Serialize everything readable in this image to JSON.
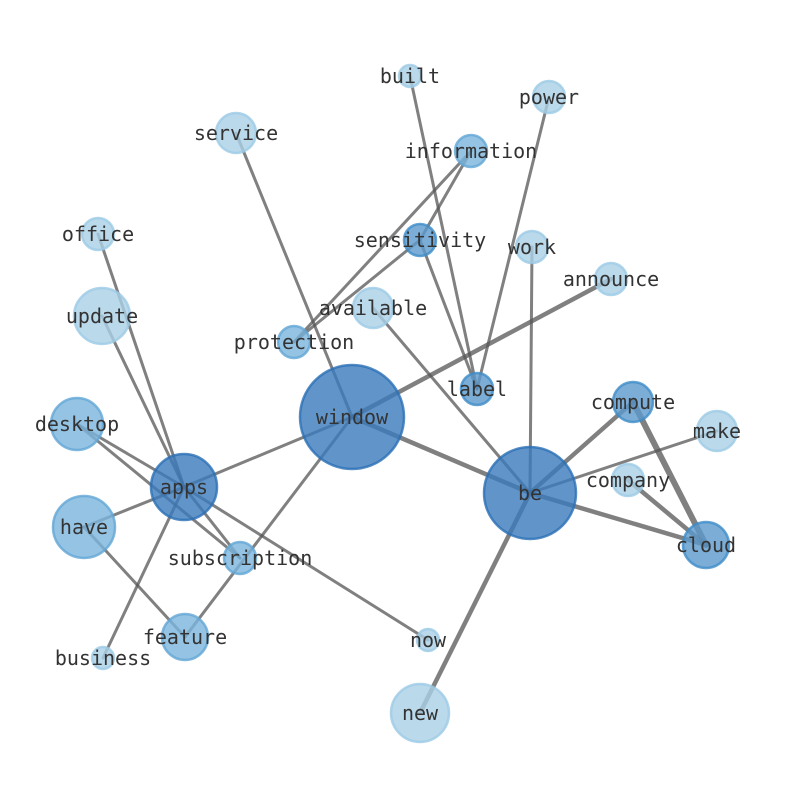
{
  "title": "Word co-occurrence network",
  "colors": {
    "low": "#a9cfe6",
    "mid": "#7bb4dc",
    "high": "#5a98cc",
    "top": "#3a7bbd",
    "edge": "#555555"
  },
  "nodes": [
    {
      "id": "built",
      "weight": 1,
      "level": "low"
    },
    {
      "id": "power",
      "weight": 2,
      "level": "low"
    },
    {
      "id": "service",
      "weight": 3,
      "level": "low"
    },
    {
      "id": "information",
      "weight": 2,
      "level": "mid"
    },
    {
      "id": "office",
      "weight": 2,
      "level": "low"
    },
    {
      "id": "sensitivity",
      "weight": 2,
      "level": "high"
    },
    {
      "id": "work",
      "weight": 2,
      "level": "low"
    },
    {
      "id": "announce",
      "weight": 2,
      "level": "low"
    },
    {
      "id": "update",
      "weight": 5,
      "level": "low"
    },
    {
      "id": "available",
      "weight": 3,
      "level": "low"
    },
    {
      "id": "protection",
      "weight": 2,
      "level": "mid"
    },
    {
      "id": "label",
      "weight": 2,
      "level": "high"
    },
    {
      "id": "window",
      "weight": 14,
      "level": "top"
    },
    {
      "id": "compute",
      "weight": 3,
      "level": "high"
    },
    {
      "id": "make",
      "weight": 3,
      "level": "low"
    },
    {
      "id": "desktop",
      "weight": 4,
      "level": "mid"
    },
    {
      "id": "apps",
      "weight": 7,
      "level": "top"
    },
    {
      "id": "be",
      "weight": 11,
      "level": "top"
    },
    {
      "id": "company",
      "weight": 2,
      "level": "low"
    },
    {
      "id": "cloud",
      "weight": 4,
      "level": "high"
    },
    {
      "id": "have",
      "weight": 6,
      "level": "mid"
    },
    {
      "id": "subscription",
      "weight": 2,
      "level": "mid"
    },
    {
      "id": "feature",
      "weight": 4,
      "level": "mid"
    },
    {
      "id": "now",
      "weight": 1,
      "level": "low"
    },
    {
      "id": "business",
      "weight": 1,
      "level": "low"
    },
    {
      "id": "new",
      "weight": 5,
      "level": "low"
    }
  ],
  "edges": [
    [
      "built",
      "label",
      1
    ],
    [
      "power",
      "label",
      1
    ],
    [
      "service",
      "window",
      1
    ],
    [
      "information",
      "protection",
      1
    ],
    [
      "sensitivity",
      "protection",
      1
    ],
    [
      "information",
      "sensitivity",
      1
    ],
    [
      "sensitivity",
      "label",
      1
    ],
    [
      "work",
      "be",
      1
    ],
    [
      "announce",
      "window",
      2
    ],
    [
      "available",
      "be",
      1
    ],
    [
      "window",
      "be",
      2
    ],
    [
      "window",
      "apps",
      1
    ],
    [
      "window",
      "feature",
      1
    ],
    [
      "compute",
      "be",
      2
    ],
    [
      "compute",
      "cloud",
      3
    ],
    [
      "make",
      "be",
      1
    ],
    [
      "company",
      "cloud",
      2
    ],
    [
      "be",
      "cloud",
      2
    ],
    [
      "be",
      "new",
      2
    ],
    [
      "office",
      "apps",
      1
    ],
    [
      "update",
      "apps",
      1
    ],
    [
      "desktop",
      "apps",
      1
    ],
    [
      "desktop",
      "subscription",
      1
    ],
    [
      "apps",
      "subscription",
      1
    ],
    [
      "have",
      "apps",
      1
    ],
    [
      "apps",
      "now",
      1
    ],
    [
      "business",
      "apps",
      1
    ],
    [
      "have",
      "feature",
      1
    ]
  ]
}
